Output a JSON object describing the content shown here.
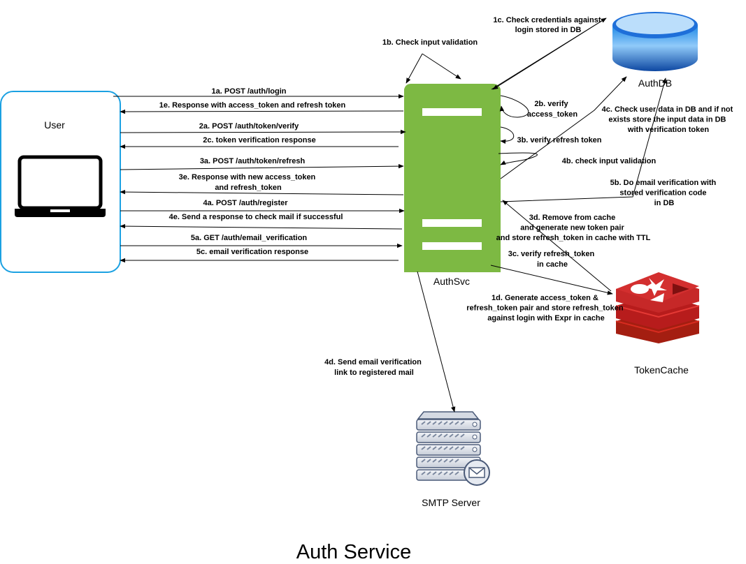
{
  "title": "Auth Service",
  "nodes": {
    "user": "User",
    "authsvc": "AuthSvc",
    "authdb": "AuthDB",
    "tokencache": "TokenCache",
    "smtp": "SMTP Server"
  },
  "edges": {
    "e1a": "1a. POST /auth/login",
    "e1b": "1b. Check input validation",
    "e1c": [
      "1c. Check credentials against",
      "login stored in DB"
    ],
    "e1d": [
      "1d. Generate access_token &",
      "refresh_token pair and store refresh_token",
      "against login with Expr in cache"
    ],
    "e1e": "1e. Response with access_token and refresh token",
    "e2a": "2a. POST /auth/token/verify",
    "e2b": [
      "2b. verify",
      "access_token"
    ],
    "e2c": "2c. token verification response",
    "e3a": "3a. POST /auth/token/refresh",
    "e3b": "3b. verify refresh token",
    "e3c": [
      "3c. verify refresh_token",
      "in cache"
    ],
    "e3d": [
      "3d. Remove from cache",
      "and generate new token pair",
      "and store refresh_token in cache with TTL"
    ],
    "e3e": [
      "3e. Response with new access_token",
      "and refresh_token"
    ],
    "e4a": "4a. POST /auth/register",
    "e4b": "4b. check input validation",
    "e4c": [
      "4c. Check user data in DB and if not",
      "exists store the input data in DB",
      "with verification token"
    ],
    "e4d": [
      "4d. Send email verification",
      "link to registered mail"
    ],
    "e4e": "4e. Send a response to check mail if successful",
    "e5a": "5a. GET /auth/email_verification",
    "e5b": [
      "5b. Do email verification with",
      "stored verification code",
      "in DB"
    ],
    "e5c": "5c. email verification response"
  },
  "colors": {
    "server_green": "#7DB943",
    "user_border": "#1BA1E2",
    "db_blue": "#1565C0",
    "cache_red": "#C62828"
  },
  "icons": {
    "user": "laptop-icon",
    "authsvc": "server-tower-icon",
    "authdb": "database-cylinder-icon",
    "tokencache": "redis-cache-icon",
    "smtp": "mail-server-icon"
  }
}
